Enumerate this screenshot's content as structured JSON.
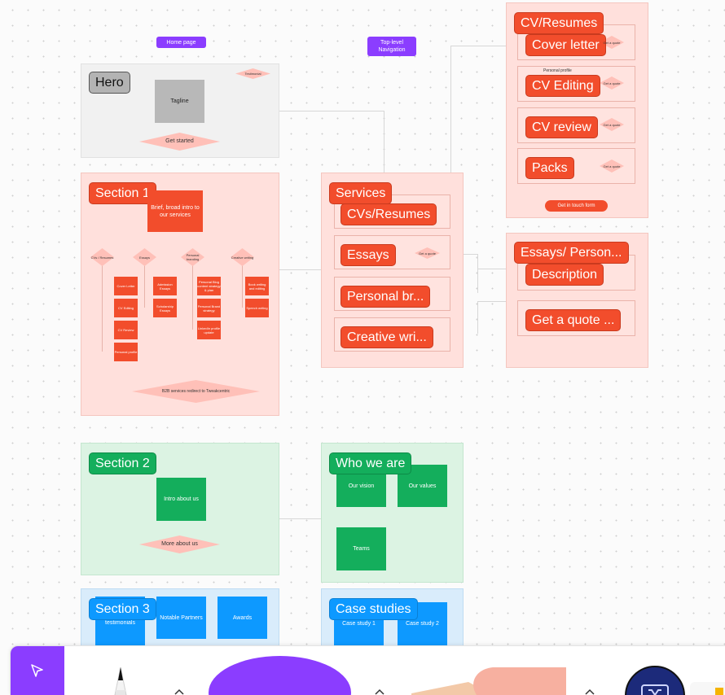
{
  "top_pills": {
    "home": "Home page",
    "topnav": "Top-level\nNavigation"
  },
  "hero": {
    "label": "Hero",
    "tagline": "Tagline",
    "small_diamond": "Testimonial",
    "cta": "Get started"
  },
  "section1": {
    "label": "Section 1",
    "intro": "Brief, broad intro to our services",
    "columns": [
      {
        "diamond": "CVs / Resumes",
        "items": [
          "Cover Letter",
          "CV Editing",
          "CV Review",
          "Personal profile"
        ]
      },
      {
        "diamond": "Essays",
        "items": [
          "Admission Essays",
          "Scholarship Essays"
        ]
      },
      {
        "diamond": "Personal branding",
        "items": [
          "Personal Blog content strategy & plan",
          "Personal Brand strategy",
          "LinkedIn profile update"
        ]
      },
      {
        "diamond": "Creative writing",
        "items": [
          "Book writing and editing",
          "Speech writing"
        ]
      }
    ],
    "b2b": "B2B services redirect to Tweakcentric"
  },
  "services": {
    "label": "Services",
    "items": [
      "CVs/Resumes",
      "Essays",
      "Personal br...",
      "Creative wri..."
    ],
    "essays_diamond": "Get a quote"
  },
  "cv_panel": {
    "label": "CV/Resumes",
    "items": [
      "Cover letter",
      "CV Editing",
      "CV review",
      "Packs"
    ],
    "diamond": "Get a quote",
    "personal_profile": "Personal profile",
    "form": "Get in touch form"
  },
  "essays_panel": {
    "label": "Essays/ Person...",
    "items": [
      "Description",
      "Get a quote ..."
    ]
  },
  "section2": {
    "label": "Section 2",
    "intro": "Intro about us",
    "cta": "More about us"
  },
  "who": {
    "label": "Who we are",
    "items": [
      "Our vision",
      "Our values",
      "Teams"
    ]
  },
  "section3": {
    "label": "Section 3",
    "items": [
      "testimonials",
      "Notable Partners",
      "Awards"
    ]
  },
  "cases": {
    "label": "Case studies",
    "items": [
      "Case study 1",
      "Case study 2"
    ]
  },
  "colors": {
    "accent": "#8b3dff",
    "red": "#f24d2c",
    "green": "#14ae5c",
    "blue": "#0d99ff"
  },
  "toolbar": {
    "tools": [
      "move-tool",
      "pen-tool",
      "shape-tool",
      "sticky-tool",
      "widget-tool"
    ]
  }
}
